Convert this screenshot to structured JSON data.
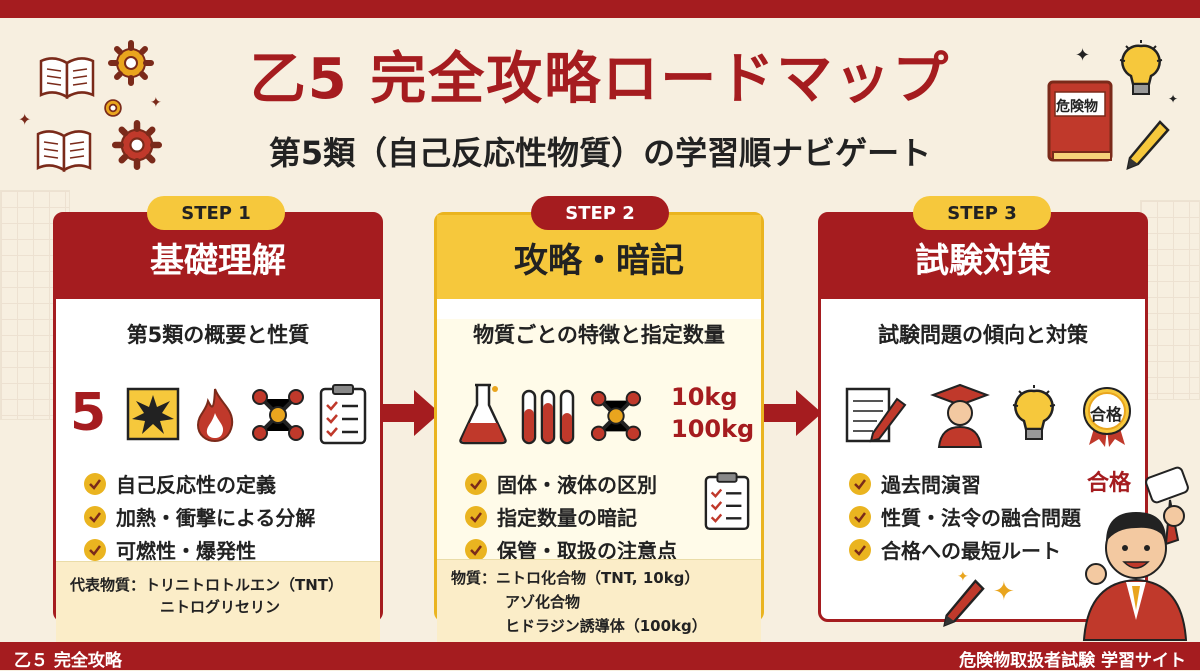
{
  "header": {
    "title": "乙5 完全攻略ロードマップ",
    "subtitle": "第5類（自己反応性物質）の学習順ナビゲート"
  },
  "deco": {
    "book_label": "危険物"
  },
  "steps": [
    {
      "badge": "STEP 1",
      "heading": "基礎理解",
      "subheading": "第5類の概要と性質",
      "icon_number": "5",
      "icons": [
        "number-five-icon",
        "explosion-icon",
        "flame-icon",
        "molecule-icon",
        "clipboard-icon"
      ],
      "checks": [
        "自己反応性の定義",
        "加熱・衝撃による分解",
        "可燃性・爆発性"
      ],
      "examples_label": "代表物質：",
      "examples": [
        "トリニトロトルエン（TNT）",
        "ニトログリセリン"
      ]
    },
    {
      "badge": "STEP 2",
      "heading": "攻略・暗記",
      "subheading": "物質ごとの特徴と指定数量",
      "icons": [
        "flask-icon",
        "test-tubes-icon",
        "molecule-icon",
        "clipboard-icon"
      ],
      "quantities": [
        "10kg",
        "100kg"
      ],
      "checks": [
        "固体・液体の区別",
        "指定数量の暗記",
        "保管・取扱の注意点"
      ],
      "examples_label": "物質：",
      "examples": [
        "ニトロ化合物（TNT, 10kg）",
        "アゾ化合物",
        "ヒドラジン誘導体（100kg）"
      ]
    },
    {
      "badge": "STEP 3",
      "heading": "試験対策",
      "subheading": "試験問題の傾向と対策",
      "icons": [
        "exam-paper-icon",
        "graduate-icon",
        "lightbulb-icon",
        "pass-medal-icon"
      ],
      "medal_text": "合格",
      "pass_text": "合格",
      "checks": [
        "過去問演習",
        "性質・法令の融合問題",
        "合格への最短ルート"
      ]
    }
  ],
  "footer": {
    "left": "乙５ 完全攻略",
    "right": "危険物取扱者試験 学習サイト"
  },
  "colors": {
    "accent_red": "#a51c1f",
    "accent_yellow": "#f6c83c",
    "background": "#f7efe0"
  }
}
